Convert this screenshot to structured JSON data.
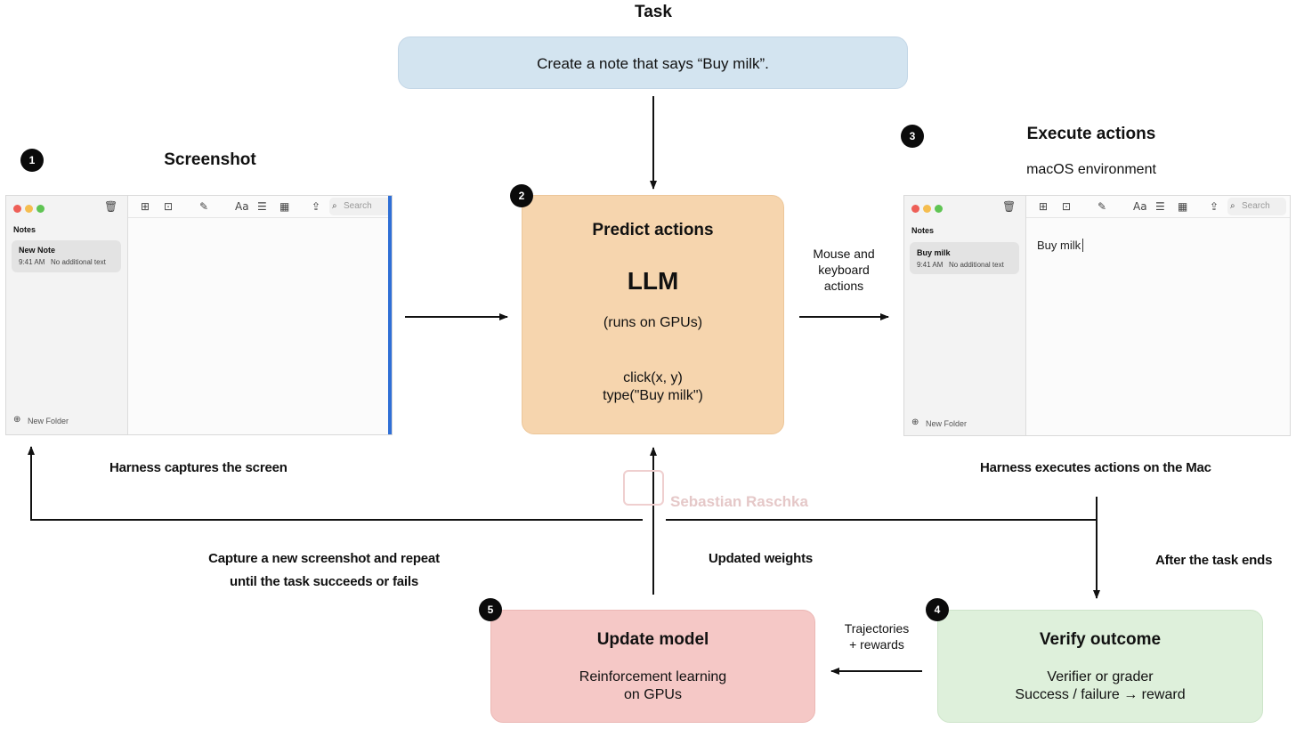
{
  "task": {
    "heading": "Task",
    "text": "Create a note that says “Buy milk”."
  },
  "screenshot": {
    "number": "1",
    "heading": "Screenshot",
    "window": {
      "sidebar_header": "Notes",
      "note_title": "New Note",
      "note_time": "9:41 AM",
      "note_preview": "No additional text",
      "search_placeholder": "Search",
      "new_folder": "New Folder",
      "body_text": ""
    }
  },
  "predict": {
    "number": "2",
    "heading": "Predict actions",
    "model": "LLM",
    "runs_on": "(runs on GPUs)",
    "action1": "click(x, y)",
    "action2": "type(\"Buy milk\")"
  },
  "execute": {
    "number": "3",
    "heading": "Execute actions",
    "subheading": "macOS environment",
    "window": {
      "sidebar_header": "Notes",
      "note_title": "Buy milk",
      "note_time": "9:41 AM",
      "note_preview": "No additional text",
      "search_placeholder": "Search",
      "new_folder": "New Folder",
      "body_text": "Buy milk"
    }
  },
  "verify": {
    "number": "4",
    "heading": "Verify outcome",
    "line1": "Verifier or grader",
    "line2": "Success / failure → reward"
  },
  "update": {
    "number": "5",
    "heading": "Update model",
    "line1": "Reinforcement learning",
    "line2": "on GPUs"
  },
  "labels": {
    "mouse_keyboard_1": "Mouse and",
    "mouse_keyboard_2": "keyboard",
    "mouse_keyboard_3": "actions",
    "harness_captures": "Harness captures the screen",
    "harness_executes": "Harness executes actions on the Mac",
    "capture_repeat_1": "Capture a new screenshot and repeat",
    "capture_repeat_2": "until the task succeeds or fails",
    "updated_weights": "Updated weights",
    "after_task": "After the task ends",
    "trajectories_1": "Trajectories",
    "trajectories_2": "+ rewards"
  },
  "watermark": "Sebastian Raschka",
  "colors": {
    "task": "#d3e4f0",
    "predict": "#f6d5ae",
    "update": "#f5c8c6",
    "verify": "#def0db"
  },
  "icons": {
    "trash": "trash-icon",
    "sidebar_toggle": "sidebar-toggle-icon",
    "gallery": "gallery-icon",
    "compose": "compose-icon",
    "format": "format-icon",
    "checklist": "checklist-icon",
    "table": "table-icon",
    "share": "share-icon",
    "search": "search-icon",
    "new_folder": "new-folder-icon"
  }
}
